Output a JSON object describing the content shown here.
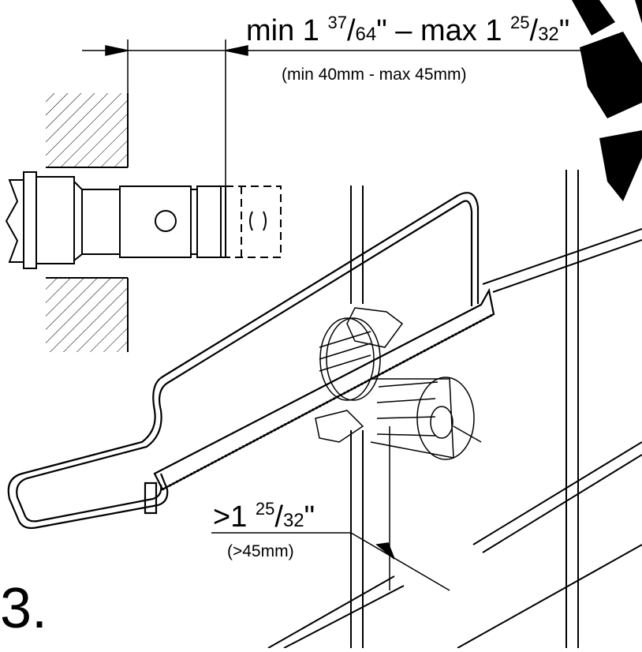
{
  "top_dimension": {
    "main_prefix": "min 1 ",
    "main_sup1": "37",
    "main_slash1": "/",
    "main_sub1": "64",
    "main_mid": "\" – max 1 ",
    "main_sup2": "25",
    "main_slash2": "/",
    "main_sub2": "32",
    "main_suffix": "\"",
    "metric": "(min 40mm - max 45mm)"
  },
  "bottom_dimension": {
    "main_prefix": ">1 ",
    "main_sup": "25",
    "main_slash": "/",
    "main_sub": "32",
    "main_suffix": "\"",
    "metric": "(>45mm)"
  },
  "step_number": "3.",
  "colors": {
    "line": "#000000",
    "background": "#ffffff",
    "corner_mark": "#000000"
  }
}
